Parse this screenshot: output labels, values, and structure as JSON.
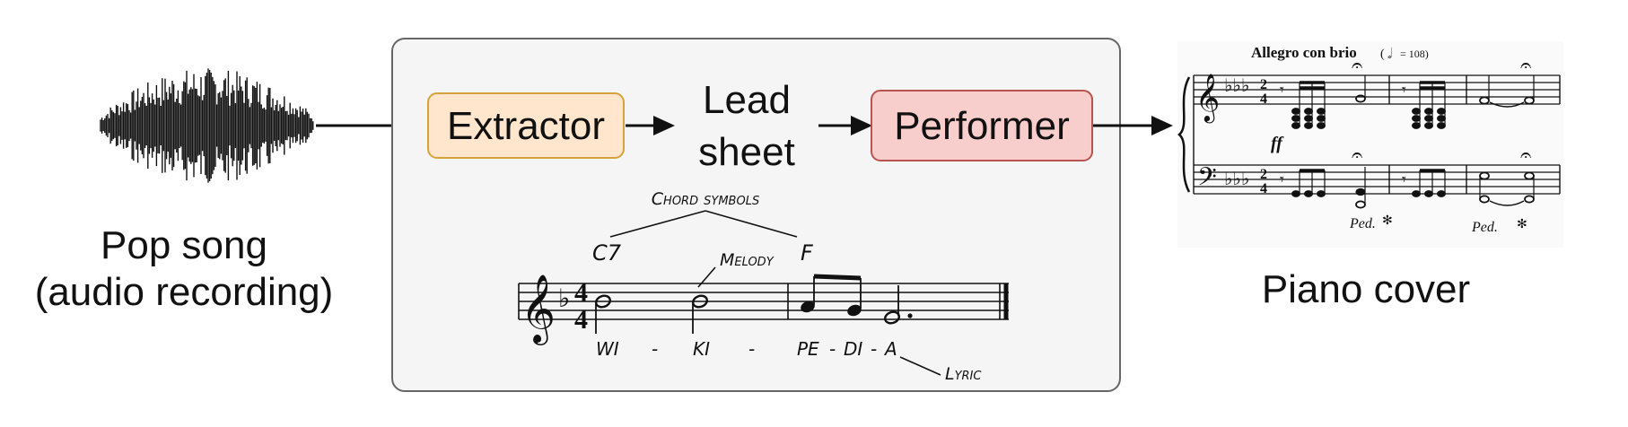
{
  "input": {
    "line1": "Pop song",
    "line2": "(audio recording)"
  },
  "pipeline": {
    "extractor_label": "Extractor",
    "lead_sheet_line1": "Lead",
    "lead_sheet_line2": "sheet",
    "performer_label": "Performer"
  },
  "lead_sheet_example": {
    "annotations": {
      "chord_symbols": "Chord symbols",
      "melody": "Melody",
      "lyric": "Lyric"
    },
    "chords": [
      "C7",
      "F"
    ],
    "time_signature": {
      "top": "4",
      "bottom": "4"
    },
    "lyrics": [
      "WI",
      "-",
      "KI",
      "-",
      "PE",
      "-",
      "DI",
      "-",
      "A"
    ]
  },
  "output": {
    "label": "Piano cover",
    "score": {
      "tempo_text": "Allegro con brio",
      "tempo_value": "= 108)",
      "tempo_open": "(",
      "time_signature": {
        "top": "2",
        "bottom": "4"
      },
      "dynamic": "ff",
      "pedal_marks": [
        "Ped.",
        "Ped."
      ]
    }
  },
  "colors": {
    "extractor_fill": "#ffe6cc",
    "extractor_stroke": "#d6a23a",
    "performer_fill": "#f8cecc",
    "performer_stroke": "#b85450",
    "panel_fill": "#f5f5f5",
    "panel_stroke": "#666666"
  }
}
